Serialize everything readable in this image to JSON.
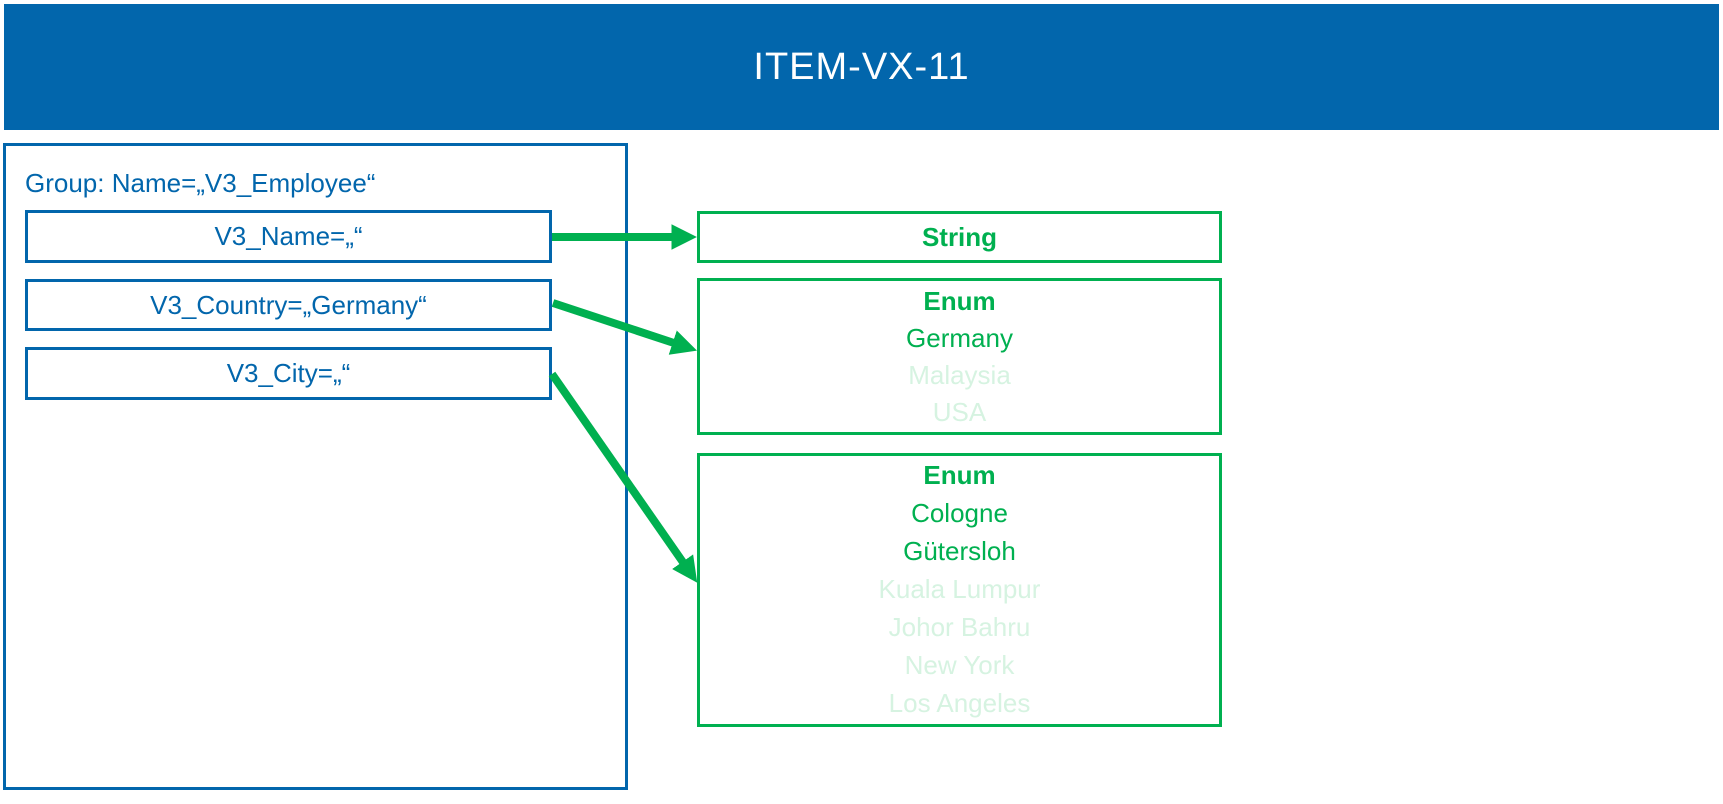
{
  "header": {
    "title": "ITEM-VX-11"
  },
  "colors": {
    "blue": "#0266AC",
    "green": "#00B050",
    "green_faded": "#D6F3E1"
  },
  "group": {
    "label": "Group: Name=„V3_Employee“",
    "fields": [
      {
        "label": "V3_Name=„“"
      },
      {
        "label": "V3_Country=„Germany“"
      },
      {
        "label": "V3_City=„“"
      }
    ]
  },
  "types": {
    "string_box": {
      "title": "String"
    },
    "country_enum": {
      "title": "Enum",
      "values": [
        {
          "label": "Germany",
          "active": true
        },
        {
          "label": "Malaysia",
          "active": false
        },
        {
          "label": "USA",
          "active": false
        }
      ]
    },
    "city_enum": {
      "title": "Enum",
      "values": [
        {
          "label": "Cologne",
          "active": true
        },
        {
          "label": "Gütersloh",
          "active": true
        },
        {
          "label": "Kuala Lumpur",
          "active": false
        },
        {
          "label": "Johor Bahru",
          "active": false
        },
        {
          "label": "New York",
          "active": false
        },
        {
          "label": "Los Angeles",
          "active": false
        }
      ]
    }
  }
}
